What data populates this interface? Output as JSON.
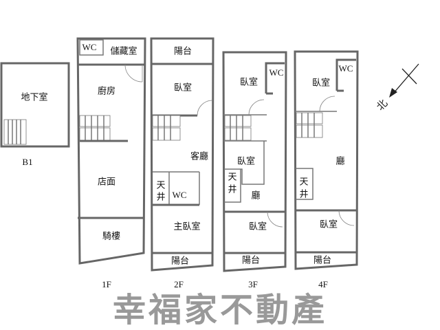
{
  "floors": {
    "b1": {
      "label": "B1",
      "rooms": [
        "地下室"
      ]
    },
    "f1": {
      "label": "1F",
      "rooms": [
        "WC",
        "儲藏室",
        "廚房",
        "店面",
        "騎樓"
      ]
    },
    "f2": {
      "label": "2F",
      "rooms": [
        "陽台",
        "臥室",
        "客廳",
        "天",
        "井",
        "WC",
        "主臥室",
        "陽台"
      ]
    },
    "f3": {
      "label": "3F",
      "rooms": [
        "臥室",
        "WC",
        "臥室",
        "天",
        "井",
        "廳",
        "臥室",
        "陽台"
      ]
    },
    "f4": {
      "label": "4F",
      "rooms": [
        "臥室",
        "WC",
        "廳",
        "天",
        "井",
        "臥室",
        "陽台"
      ]
    }
  },
  "compass": {
    "label": "北"
  },
  "watermark": "幸福家不動產"
}
